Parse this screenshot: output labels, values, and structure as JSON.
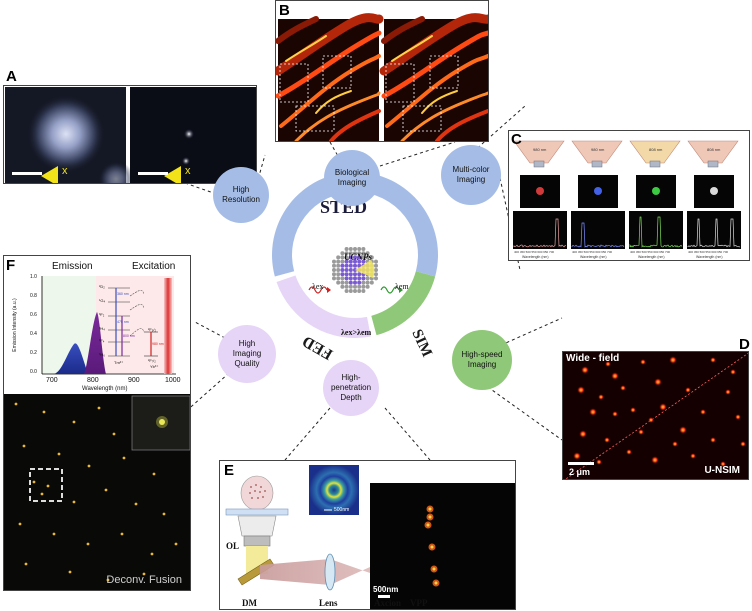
{
  "panels": {
    "a": {
      "letter": "A",
      "marker_a": "x",
      "marker_b": "x"
    },
    "b": {
      "letter": "B"
    },
    "c": {
      "letter": "C",
      "cone_labels": [
        "980 nm",
        "980 nm",
        "808 nm",
        "808 nm"
      ],
      "xaxis_ticks": "400 450 500 550 600 650 700",
      "xaxis_label": "Wavelength (nm)",
      "spot_colors": [
        "#e84040",
        "#4a6bff",
        "#42e04a",
        "#f2f2f2"
      ],
      "trace_colors": [
        "#e8a0a0",
        "#7d8eff",
        "#7ce058",
        "#dddddd"
      ]
    },
    "d": {
      "letter": "D",
      "top_label": "Wide - field",
      "bottom_label": "U-NSIM",
      "scalebar": "2 μm"
    },
    "e": {
      "letter": "E",
      "inset_scale": "500nm",
      "labels": {
        "ol": "OL",
        "dm": "DM",
        "lens": "Lens",
        "axicon": "Axcion",
        "vpp": "VPP"
      },
      "scalebar": "500nm"
    },
    "f": {
      "letter": "F",
      "emission": "Emission",
      "excitation": "Excitation",
      "ylabel": "Emission Intensity (a.u.)",
      "xlabel": "Wavelength (nm)",
      "yticks": [
        "1.0",
        "0.8",
        "0.6",
        "0.4",
        "0.2",
        "0.0"
      ],
      "xticks": [
        "700",
        "800",
        "900",
        "1000"
      ],
      "levels": [
        "²D₂",
        "¹G₄",
        "³F₂",
        "³H₄",
        "³F₄",
        "³H₆",
        "²F₅/₂",
        "²F₇/₂",
        "Tm³⁺",
        "Yb³⁺"
      ],
      "transitions": [
        "360 nm",
        "475 nm",
        "800 nm",
        "980 nm"
      ],
      "caption": "Deconv. Fusion"
    }
  },
  "center": {
    "sted": "STED",
    "sim": "SIM",
    "fed": "FED",
    "ucnps": "UCNPs",
    "lambda_ex": "λex",
    "lambda_em": "λem",
    "relation": "λex>λem"
  },
  "bubbles": {
    "biological": [
      "Biological",
      "Imaging"
    ],
    "multicolor": [
      "Multi-color",
      "Imaging"
    ],
    "high_resolution": [
      "High",
      "Resolution"
    ],
    "high_quality": [
      "High",
      "Imaging",
      "Quality"
    ],
    "high_speed": [
      "High-speed",
      "Imaging"
    ],
    "high_penetration": [
      "High-",
      "penetration",
      "Depth"
    ]
  },
  "colors": {
    "sted_ring": "#a5bde6",
    "sim_ring": "#8fc878",
    "fed_ring": "#e6d5f6",
    "hot_red": "#ff3a10",
    "hot_yellow": "#ffd24a"
  }
}
